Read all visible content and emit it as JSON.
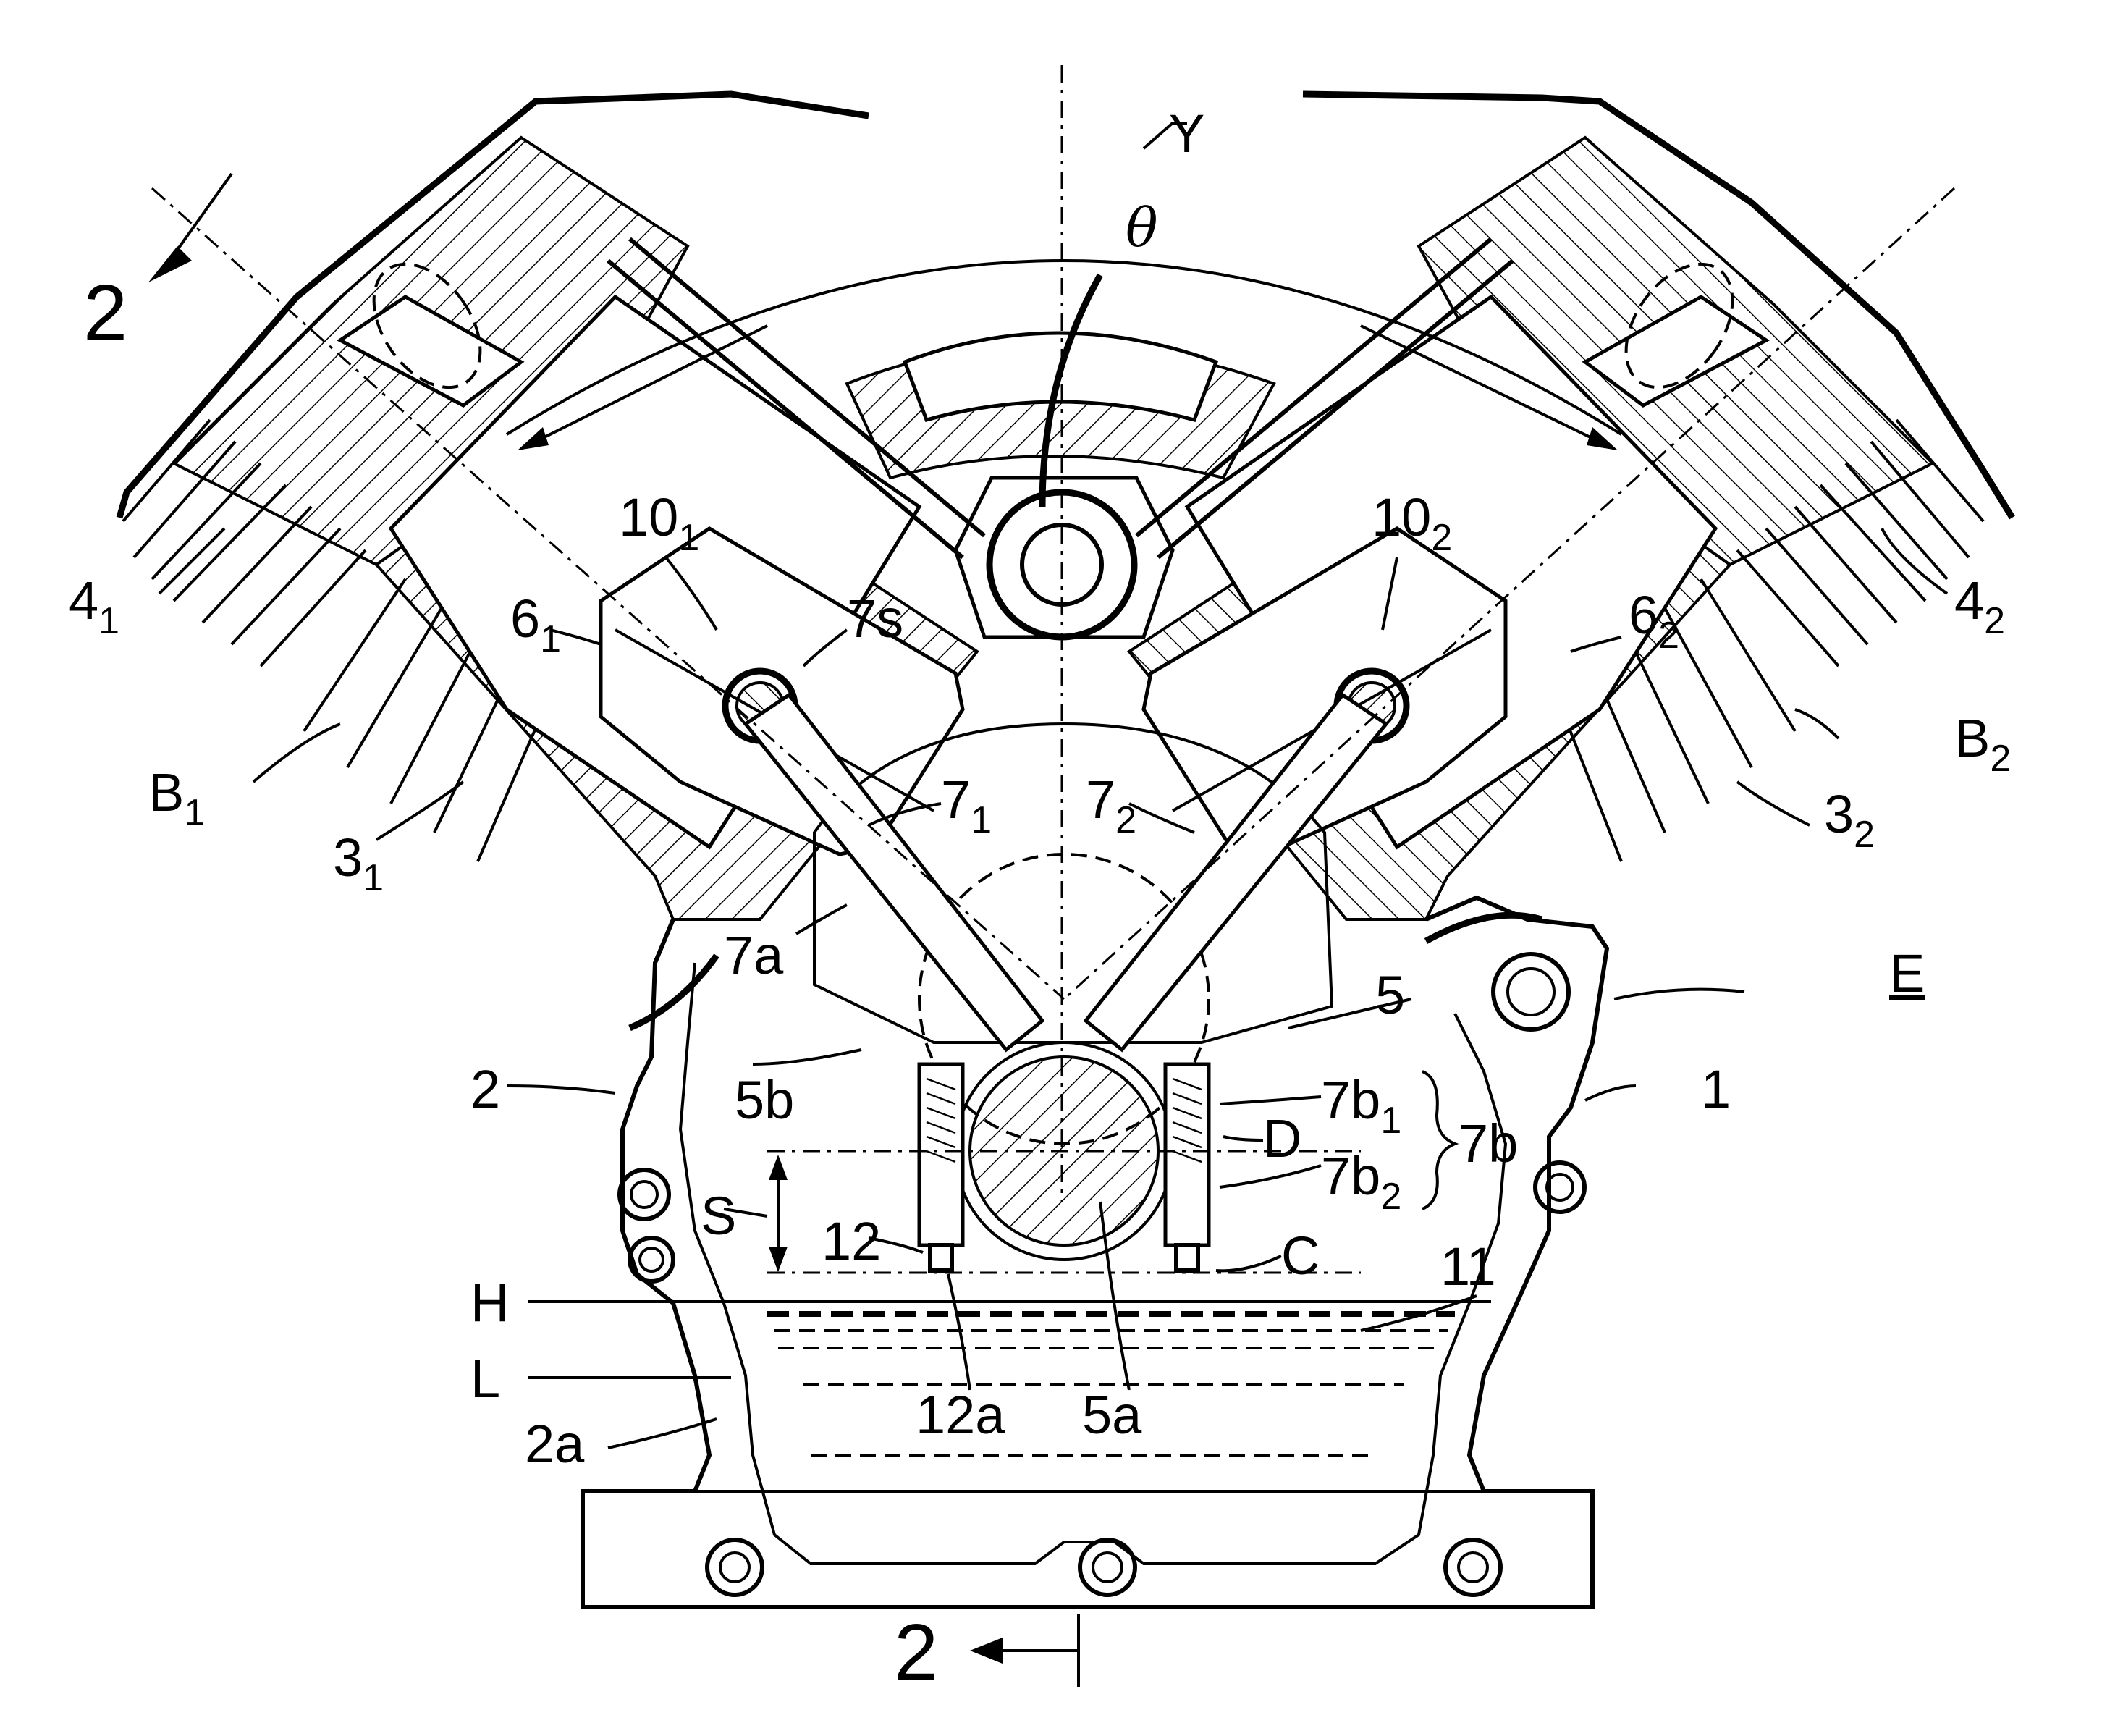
{
  "figure": {
    "labels": {
      "section_top": "2",
      "section_bottom": "2",
      "axis_y": "Y",
      "angle": "θ",
      "head_left": {
        "main": "4",
        "sub": "1"
      },
      "head_right": {
        "main": "4",
        "sub": "2"
      },
      "bank_left": {
        "main": "B",
        "sub": "1"
      },
      "bank_right": {
        "main": "B",
        "sub": "2"
      },
      "cyl_left": {
        "main": "3",
        "sub": "1"
      },
      "cyl_right": {
        "main": "3",
        "sub": "2"
      },
      "piston_left": {
        "main": "6",
        "sub": "1"
      },
      "piston_right": {
        "main": "6",
        "sub": "2"
      },
      "pin_left": {
        "main": "10",
        "sub": "1"
      },
      "pin_right": {
        "main": "10",
        "sub": "2"
      },
      "small_end": "7s",
      "rod_left": {
        "main": "7",
        "sub": "1"
      },
      "rod_right": {
        "main": "7",
        "sub": "2"
      },
      "rod_shank": "7a",
      "crankshaft": "5",
      "crank_web": "5b",
      "crank_pin": "5a",
      "cap_upper": {
        "main": "7b",
        "sub": "1"
      },
      "cap_lower": {
        "main": "7b",
        "sub": "2"
      },
      "big_end": "7b",
      "dim_d": "D",
      "dim_c": "C",
      "dim_s": "S",
      "bolt": "12",
      "bolt_head": "12a",
      "oil": "11",
      "level_high": "H",
      "level_low": "L",
      "crankcase_half_right": "1",
      "crankcase_half_left": "2",
      "oil_pan": "2a",
      "engine": "E"
    }
  }
}
